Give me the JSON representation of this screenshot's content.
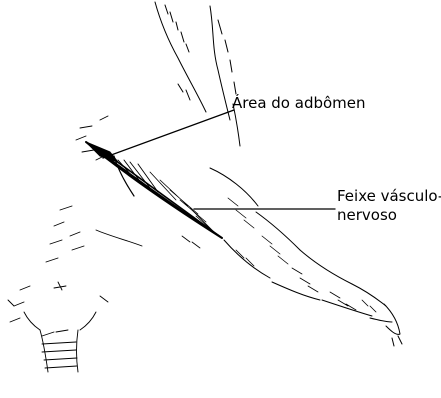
{
  "labels": {
    "abdomen": "Área do adbômen",
    "feixe_line1": "Feixe vásculo-",
    "feixe_line2": "nervoso"
  },
  "colors": {
    "ink": "#000000",
    "background": "#ffffff"
  }
}
